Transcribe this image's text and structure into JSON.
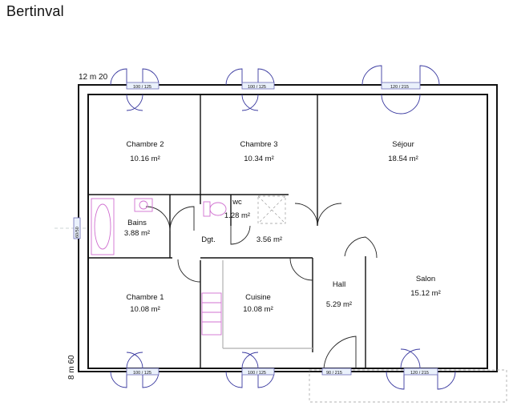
{
  "title": "Bertinval",
  "dimensions": {
    "width": "12 m 20",
    "height": "8 m 60"
  },
  "rooms": {
    "chambre2": {
      "name": "Chambre 2",
      "area": "10.16 m²"
    },
    "chambre3": {
      "name": "Chambre 3",
      "area": "10.34 m²"
    },
    "sejour": {
      "name": "Séjour",
      "area": "18.54 m²"
    },
    "wc": {
      "name": "wc",
      "area": "1.28 m²"
    },
    "bains": {
      "name": "Bains",
      "area": "3.88 m²"
    },
    "dgt": {
      "name": "Dgt.",
      "area": "3.56 m²"
    },
    "chambre1": {
      "name": "Chambre 1",
      "area": "10.08 m²"
    },
    "cuisine": {
      "name": "Cuisine",
      "area": "10.08 m²"
    },
    "hall": {
      "name": "Hall",
      "area": "5.29 m²"
    },
    "salon": {
      "name": "Salon",
      "area": "15.12 m²"
    }
  },
  "openings": {
    "top_left": "100 / 125",
    "top_mid": "100 / 125",
    "top_right": "120 / 215",
    "bottom_left": "100 / 125",
    "bottom_mid": "100 / 125",
    "entry_door": "90 / 215",
    "bottom_right": "120 / 215",
    "side_bath": "60/50"
  }
}
